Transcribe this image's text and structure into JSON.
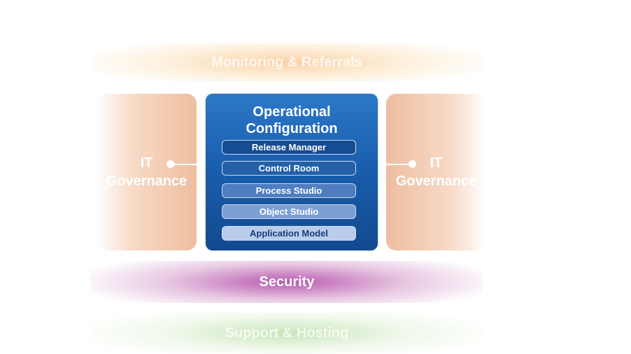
{
  "bands": {
    "top_label": "Monitoring & Referrals",
    "security_label": "Security",
    "bottom_label": "Support & Hosting"
  },
  "governance": {
    "left_line1": "IT",
    "left_line2": "Governance",
    "right_line1": "IT",
    "right_line2": "Governance"
  },
  "core": {
    "title_line1": "Operational",
    "title_line2": "Configuration",
    "items": [
      "Release Manager",
      "Control Room",
      "Process Studio",
      "Object Studio",
      "Application Model"
    ]
  },
  "colors": {
    "core_blue": "#1a5fae",
    "governance_peach": "#eebea0",
    "security_purple": "#b450aa",
    "monitoring_orange": "#facda0",
    "support_green": "#bee1af"
  }
}
